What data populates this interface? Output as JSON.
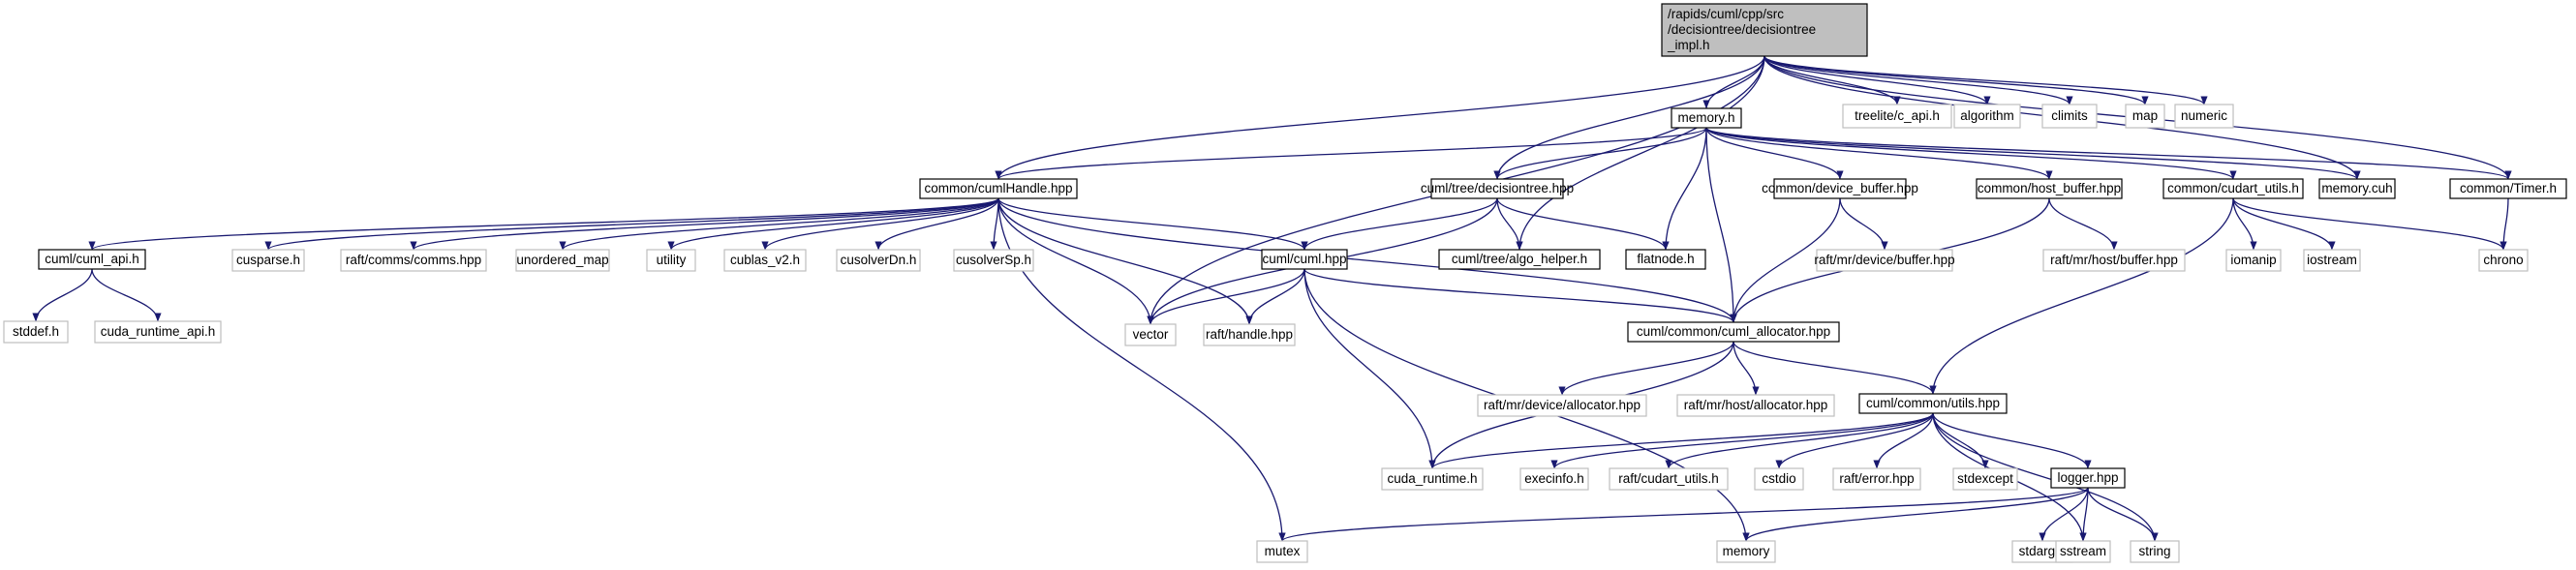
{
  "graph": {
    "edge_color": "#191970",
    "root_fill": "#bfbfbf",
    "documented_border": "#000000",
    "external_border": "#bfbfbf",
    "nodes": {
      "root": {
        "lines": [
          "/rapids/cuml/cpp/src",
          "/decisiontree/decisiontree",
          "_impl.h"
        ],
        "kind": "root"
      },
      "memory_h": {
        "lines": [
          "memory.h"
        ],
        "kind": "doc"
      },
      "treelite": {
        "lines": [
          "treelite/c_api.h"
        ],
        "kind": "ext"
      },
      "algorithm": {
        "lines": [
          "algorithm"
        ],
        "kind": "ext"
      },
      "climits": {
        "lines": [
          "climits"
        ],
        "kind": "ext"
      },
      "map": {
        "lines": [
          "map"
        ],
        "kind": "ext"
      },
      "numeric": {
        "lines": [
          "numeric"
        ],
        "kind": "ext"
      },
      "cumlhandle": {
        "lines": [
          "common/cumlHandle.hpp"
        ],
        "kind": "doc"
      },
      "dt_hpp": {
        "lines": [
          "cuml/tree/decisiontree.hpp"
        ],
        "kind": "doc"
      },
      "device_buffer": {
        "lines": [
          "common/device_buffer.hpp"
        ],
        "kind": "doc"
      },
      "host_buffer": {
        "lines": [
          "common/host_buffer.hpp"
        ],
        "kind": "doc"
      },
      "cudart_utils": {
        "lines": [
          "common/cudart_utils.h"
        ],
        "kind": "doc"
      },
      "memory_cuh": {
        "lines": [
          "memory.cuh"
        ],
        "kind": "doc"
      },
      "timer": {
        "lines": [
          "common/Timer.h"
        ],
        "kind": "doc"
      },
      "cuml_api": {
        "lines": [
          "cuml/cuml_api.h"
        ],
        "kind": "doc"
      },
      "cusparse": {
        "lines": [
          "cusparse.h"
        ],
        "kind": "ext"
      },
      "raft_comms": {
        "lines": [
          "raft/comms/comms.hpp"
        ],
        "kind": "ext"
      },
      "unordered_map": {
        "lines": [
          "unordered_map"
        ],
        "kind": "ext"
      },
      "utility": {
        "lines": [
          "utility"
        ],
        "kind": "ext"
      },
      "cublas": {
        "lines": [
          "cublas_v2.h"
        ],
        "kind": "ext"
      },
      "cusolverdn": {
        "lines": [
          "cusolverDn.h"
        ],
        "kind": "ext"
      },
      "cusolversp": {
        "lines": [
          "cusolverSp.h"
        ],
        "kind": "ext"
      },
      "cuml_hpp": {
        "lines": [
          "cuml/cuml.hpp"
        ],
        "kind": "doc"
      },
      "algo_helper": {
        "lines": [
          "cuml/tree/algo_helper.h"
        ],
        "kind": "doc"
      },
      "flatnode": {
        "lines": [
          "flatnode.h"
        ],
        "kind": "doc"
      },
      "raft_device_buffer": {
        "lines": [
          "raft/mr/device/buffer.hpp"
        ],
        "kind": "ext"
      },
      "raft_host_buffer": {
        "lines": [
          "raft/mr/host/buffer.hpp"
        ],
        "kind": "ext"
      },
      "iomanip": {
        "lines": [
          "iomanip"
        ],
        "kind": "ext"
      },
      "iostream": {
        "lines": [
          "iostream"
        ],
        "kind": "ext"
      },
      "chrono": {
        "lines": [
          "chrono"
        ],
        "kind": "ext"
      },
      "stddef": {
        "lines": [
          "stddef.h"
        ],
        "kind": "ext"
      },
      "cuda_runtime_api": {
        "lines": [
          "cuda_runtime_api.h"
        ],
        "kind": "ext"
      },
      "vector": {
        "lines": [
          "vector"
        ],
        "kind": "ext"
      },
      "raft_handle": {
        "lines": [
          "raft/handle.hpp"
        ],
        "kind": "ext"
      },
      "cuml_allocator": {
        "lines": [
          "cuml/common/cuml_allocator.hpp"
        ],
        "kind": "doc"
      },
      "raft_device_alloc": {
        "lines": [
          "raft/mr/device/allocator.hpp"
        ],
        "kind": "ext"
      },
      "raft_host_alloc": {
        "lines": [
          "raft/mr/host/allocator.hpp"
        ],
        "kind": "ext"
      },
      "utils_hpp": {
        "lines": [
          "cuml/common/utils.hpp"
        ],
        "kind": "doc"
      },
      "cuda_runtime": {
        "lines": [
          "cuda_runtime.h"
        ],
        "kind": "ext"
      },
      "execinfo": {
        "lines": [
          "execinfo.h"
        ],
        "kind": "ext"
      },
      "raft_cudart": {
        "lines": [
          "raft/cudart_utils.h"
        ],
        "kind": "ext"
      },
      "cstdio": {
        "lines": [
          "cstdio"
        ],
        "kind": "ext"
      },
      "raft_error": {
        "lines": [
          "raft/error.hpp"
        ],
        "kind": "ext"
      },
      "stdexcept": {
        "lines": [
          "stdexcept"
        ],
        "kind": "ext"
      },
      "logger": {
        "lines": [
          "logger.hpp"
        ],
        "kind": "doc"
      },
      "mutex": {
        "lines": [
          "mutex"
        ],
        "kind": "ext"
      },
      "memory_std": {
        "lines": [
          "memory"
        ],
        "kind": "ext"
      },
      "stdarg": {
        "lines": [
          "stdarg.h"
        ],
        "kind": "ext"
      },
      "sstream": {
        "lines": [
          "sstream"
        ],
        "kind": "ext"
      },
      "string": {
        "lines": [
          "string"
        ],
        "kind": "ext"
      }
    },
    "edges": [
      [
        "root",
        "memory_h"
      ],
      [
        "root",
        "treelite"
      ],
      [
        "root",
        "algorithm"
      ],
      [
        "root",
        "climits"
      ],
      [
        "root",
        "map"
      ],
      [
        "root",
        "numeric"
      ],
      [
        "root",
        "cumlhandle"
      ],
      [
        "root",
        "dt_hpp"
      ],
      [
        "root",
        "algo_helper"
      ],
      [
        "root",
        "vector"
      ],
      [
        "root",
        "memory_cuh"
      ],
      [
        "root",
        "timer"
      ],
      [
        "memory_h",
        "cumlhandle"
      ],
      [
        "memory_h",
        "dt_hpp"
      ],
      [
        "memory_h",
        "device_buffer"
      ],
      [
        "memory_h",
        "host_buffer"
      ],
      [
        "memory_h",
        "cudart_utils"
      ],
      [
        "memory_h",
        "memory_cuh"
      ],
      [
        "memory_h",
        "timer"
      ],
      [
        "memory_h",
        "flatnode"
      ],
      [
        "memory_h",
        "cuml_allocator"
      ],
      [
        "cumlhandle",
        "cuml_api"
      ],
      [
        "cumlhandle",
        "cusparse"
      ],
      [
        "cumlhandle",
        "raft_comms"
      ],
      [
        "cumlhandle",
        "unordered_map"
      ],
      [
        "cumlhandle",
        "utility"
      ],
      [
        "cumlhandle",
        "cublas"
      ],
      [
        "cumlhandle",
        "cusolverdn"
      ],
      [
        "cumlhandle",
        "cusolversp"
      ],
      [
        "cumlhandle",
        "cuml_hpp"
      ],
      [
        "cumlhandle",
        "vector"
      ],
      [
        "cumlhandle",
        "raft_handle"
      ],
      [
        "cumlhandle",
        "cuml_allocator"
      ],
      [
        "cumlhandle",
        "mutex"
      ],
      [
        "dt_hpp",
        "cuml_hpp"
      ],
      [
        "dt_hpp",
        "algo_helper"
      ],
      [
        "dt_hpp",
        "flatnode"
      ],
      [
        "dt_hpp",
        "vector"
      ],
      [
        "device_buffer",
        "raft_device_buffer"
      ],
      [
        "device_buffer",
        "cuml_allocator"
      ],
      [
        "host_buffer",
        "raft_host_buffer"
      ],
      [
        "host_buffer",
        "cuml_allocator"
      ],
      [
        "cudart_utils",
        "iomanip"
      ],
      [
        "cudart_utils",
        "iostream"
      ],
      [
        "cudart_utils",
        "chrono"
      ],
      [
        "cudart_utils",
        "utils_hpp"
      ],
      [
        "timer",
        "chrono"
      ],
      [
        "cuml_api",
        "stddef"
      ],
      [
        "cuml_api",
        "cuda_runtime_api"
      ],
      [
        "cuml_hpp",
        "vector"
      ],
      [
        "cuml_hpp",
        "raft_handle"
      ],
      [
        "cuml_hpp",
        "cuml_allocator"
      ],
      [
        "cuml_hpp",
        "cuda_runtime"
      ],
      [
        "cuml_hpp",
        "memory_std"
      ],
      [
        "cuml_allocator",
        "raft_device_alloc"
      ],
      [
        "cuml_allocator",
        "raft_host_alloc"
      ],
      [
        "cuml_allocator",
        "utils_hpp"
      ],
      [
        "cuml_allocator",
        "cuda_runtime"
      ],
      [
        "utils_hpp",
        "cuda_runtime"
      ],
      [
        "utils_hpp",
        "execinfo"
      ],
      [
        "utils_hpp",
        "raft_cudart"
      ],
      [
        "utils_hpp",
        "cstdio"
      ],
      [
        "utils_hpp",
        "raft_error"
      ],
      [
        "utils_hpp",
        "stdexcept"
      ],
      [
        "utils_hpp",
        "logger"
      ],
      [
        "utils_hpp",
        "sstream"
      ],
      [
        "utils_hpp",
        "string"
      ],
      [
        "logger",
        "mutex"
      ],
      [
        "logger",
        "memory_std"
      ],
      [
        "logger",
        "stdarg"
      ],
      [
        "logger",
        "sstream"
      ],
      [
        "logger",
        "string"
      ]
    ]
  }
}
